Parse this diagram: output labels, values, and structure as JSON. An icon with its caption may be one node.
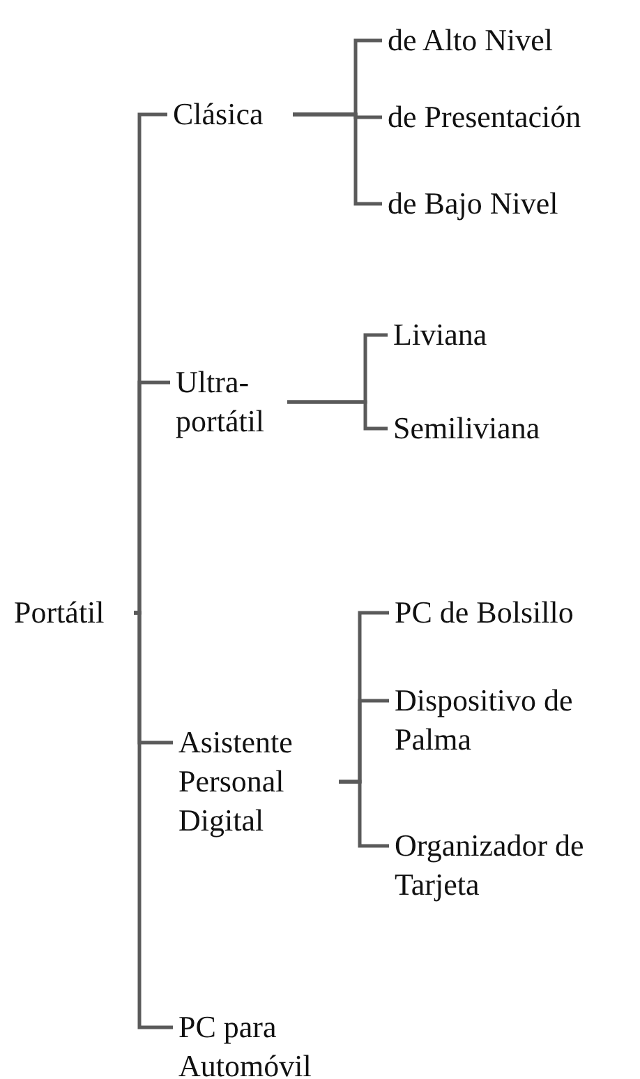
{
  "diagram": {
    "nodes": [
      {
        "text": [
          "Portátil"
        ]
      },
      {
        "text": [
          "Clásica"
        ]
      },
      {
        "text": [
          "Ultra- portátil"
        ]
      },
      {
        "text": [
          "Asistente Personal Digital"
        ]
      },
      {
        "text": [
          "PC para Automóvil"
        ]
      },
      {
        "text": [
          "de Alto Nivel"
        ]
      },
      {
        "text": [
          "de Presentación"
        ]
      },
      {
        "text": [
          "de Bajo Nivel"
        ]
      },
      {
        "text": [
          "Liviana"
        ]
      },
      {
        "text": [
          "Semiliviana"
        ]
      },
      {
        "text": [
          "PC de Bolsillo"
        ]
      },
      {
        "text": [
          "Dispositivo de Palma"
        ]
      },
      {
        "text": [
          "Organizador de Tarjeta"
        ]
      }
    ],
    "edges": [
      {
        "from": 0,
        "to": 1,
        "arrow": "none"
      },
      {
        "from": 0,
        "to": 2,
        "arrow": "none"
      },
      {
        "from": 0,
        "to": 3,
        "arrow": "none"
      },
      {
        "from": 0,
        "to": 4,
        "arrow": "none"
      },
      {
        "from": 1,
        "to": 5,
        "arrow": "none"
      },
      {
        "from": 1,
        "to": 6,
        "arrow": "none"
      },
      {
        "from": 1,
        "to": 7,
        "arrow": "none"
      },
      {
        "from": 2,
        "to": 8,
        "arrow": "none"
      },
      {
        "from": 2,
        "to": 9,
        "arrow": "none"
      },
      {
        "from": 3,
        "to": 10,
        "arrow": "none"
      },
      {
        "from": 3,
        "to": 11,
        "arrow": "none"
      },
      {
        "from": 3,
        "to": 12,
        "arrow": "none"
      }
    ]
  }
}
